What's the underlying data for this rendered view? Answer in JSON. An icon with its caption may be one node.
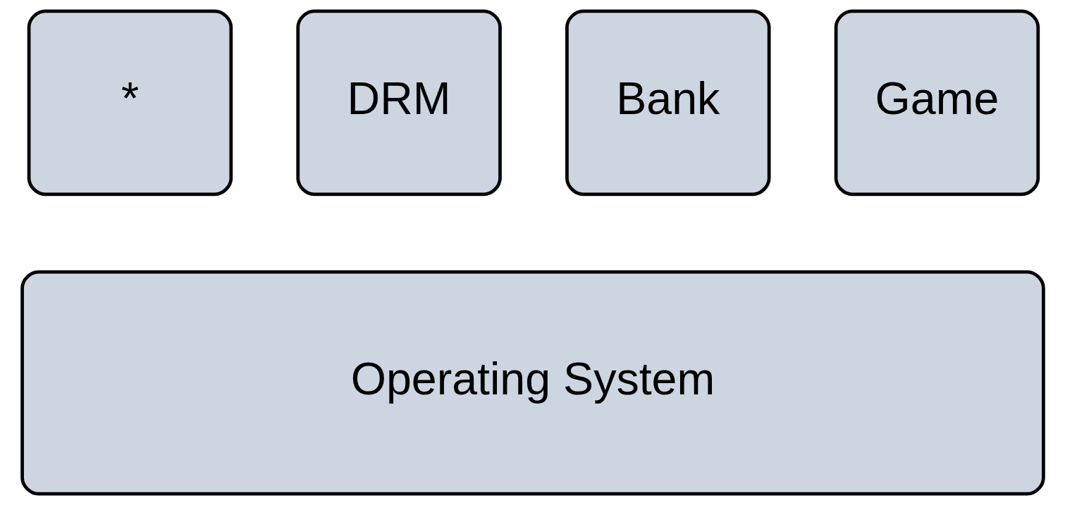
{
  "diagram": {
    "nodes": [
      {
        "text": [
          "*"
        ]
      },
      {
        "text": [
          "DRM"
        ]
      },
      {
        "text": [
          "Bank"
        ]
      },
      {
        "text": [
          "Game"
        ]
      },
      {
        "text": [
          "Operating System"
        ]
      }
    ]
  }
}
